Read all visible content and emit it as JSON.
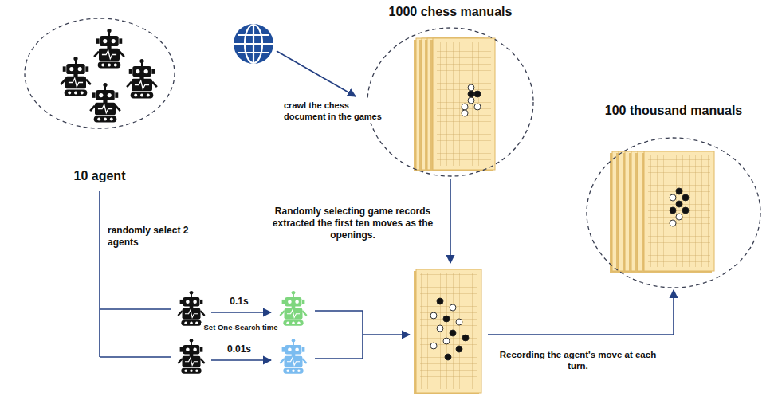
{
  "diagram": {
    "nodes": [
      {
        "text": [
          "10 agent"
        ]
      },
      {
        "text": [
          "1000 chess manuals"
        ]
      },
      {
        "text": [
          "100 thousand manuals"
        ]
      }
    ],
    "labels": [
      "crawl the chess document in the games",
      "randomly select 2 agents",
      "0.1s",
      "Set One-Search time",
      "0.01s",
      "Randomly selecting game records extracted the first ten moves as the openings.",
      "Recording the agent's move at each turn."
    ]
  }
}
